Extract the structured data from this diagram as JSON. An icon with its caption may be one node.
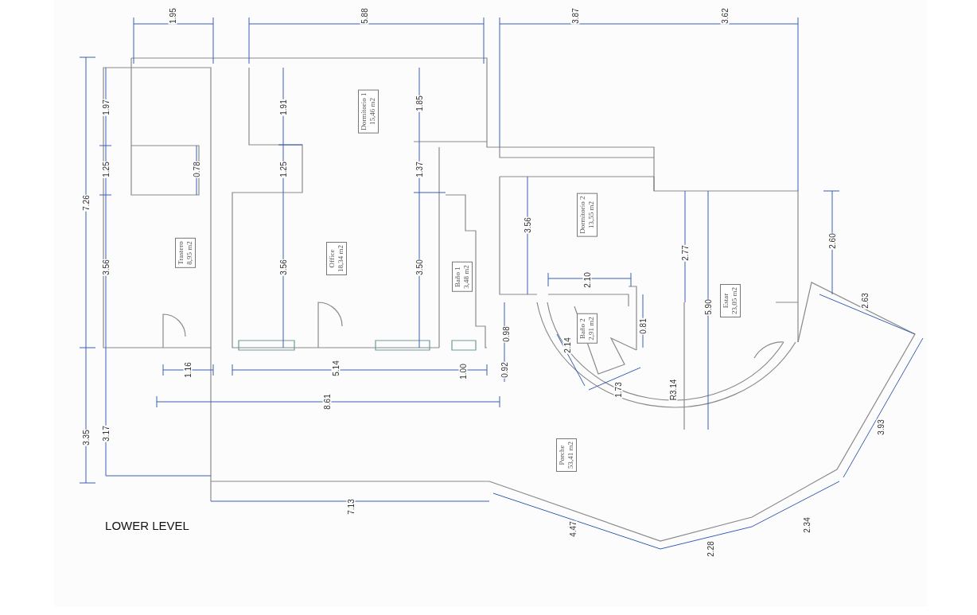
{
  "diagram": {
    "nodes": [
      {
        "text": [
          "Dormitorio 1",
          "15,46 m2"
        ]
      },
      {
        "text": [
          "Trastero",
          "8,95 m2"
        ]
      },
      {
        "text": [
          "Office",
          "18,34 m2"
        ]
      },
      {
        "text": [
          "Baño 1",
          "3,48 m2"
        ]
      },
      {
        "text": [
          "Dormitorio 2",
          "13,55 m2"
        ]
      },
      {
        "text": [
          "Baño 2",
          "2,91 m2"
        ]
      },
      {
        "text": [
          "Estar",
          "23,05 m2"
        ]
      },
      {
        "text": [
          "Porche",
          "53,41 m2"
        ]
      }
    ],
    "labels": [
      "1.95",
      "5.88",
      "3.87",
      "3.62",
      "1.97",
      "1.91",
      "1.85",
      "7.26",
      "1.25",
      "0.78",
      "1.25",
      "1.37",
      "3.56",
      "2.77",
      "2.60",
      "3.56",
      "3.56",
      "3.50",
      "2.10",
      "5.90",
      "2.63",
      "0.98",
      "2.14",
      "0.81",
      "1.16",
      "5.14",
      "1.00",
      "0.92",
      "1.73",
      "R3.14",
      "3.93",
      "8.61",
      "3.35",
      "3.17",
      "7.13",
      "4.47",
      "2.34",
      "2.28",
      "LOWER LEVEL"
    ]
  }
}
